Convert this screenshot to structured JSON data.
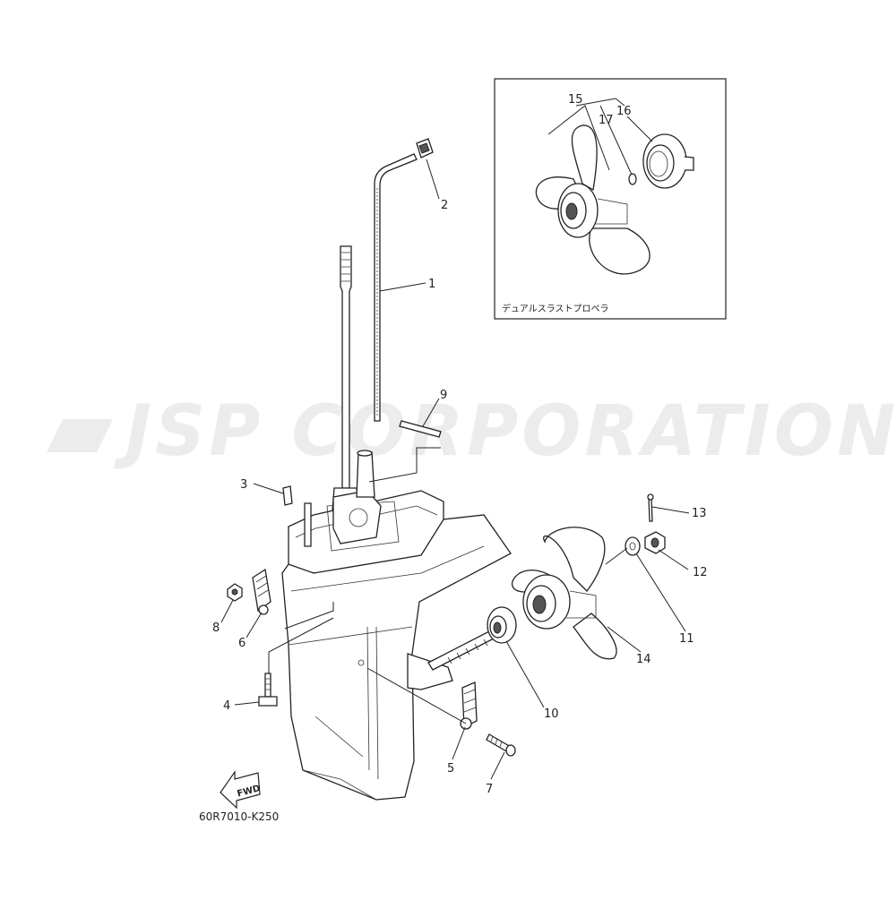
{
  "watermark": "JSP CORPORATION",
  "inset_caption": "デュアルスラストプロペラ",
  "diagram_code": "60R7010-K250",
  "fwd_label": "FWD",
  "callouts": [
    {
      "id": "1",
      "label": "1"
    },
    {
      "id": "2",
      "label": "2"
    },
    {
      "id": "3",
      "label": "3"
    },
    {
      "id": "4",
      "label": "4"
    },
    {
      "id": "5",
      "label": "5"
    },
    {
      "id": "6",
      "label": "6"
    },
    {
      "id": "7",
      "label": "7"
    },
    {
      "id": "8",
      "label": "8"
    },
    {
      "id": "9",
      "label": "9"
    },
    {
      "id": "10",
      "label": "10"
    },
    {
      "id": "11",
      "label": "11"
    },
    {
      "id": "12",
      "label": "12"
    },
    {
      "id": "13",
      "label": "13"
    },
    {
      "id": "14",
      "label": "14"
    },
    {
      "id": "15",
      "label": "15"
    },
    {
      "id": "16",
      "label": "16"
    },
    {
      "id": "17",
      "label": "17"
    }
  ]
}
